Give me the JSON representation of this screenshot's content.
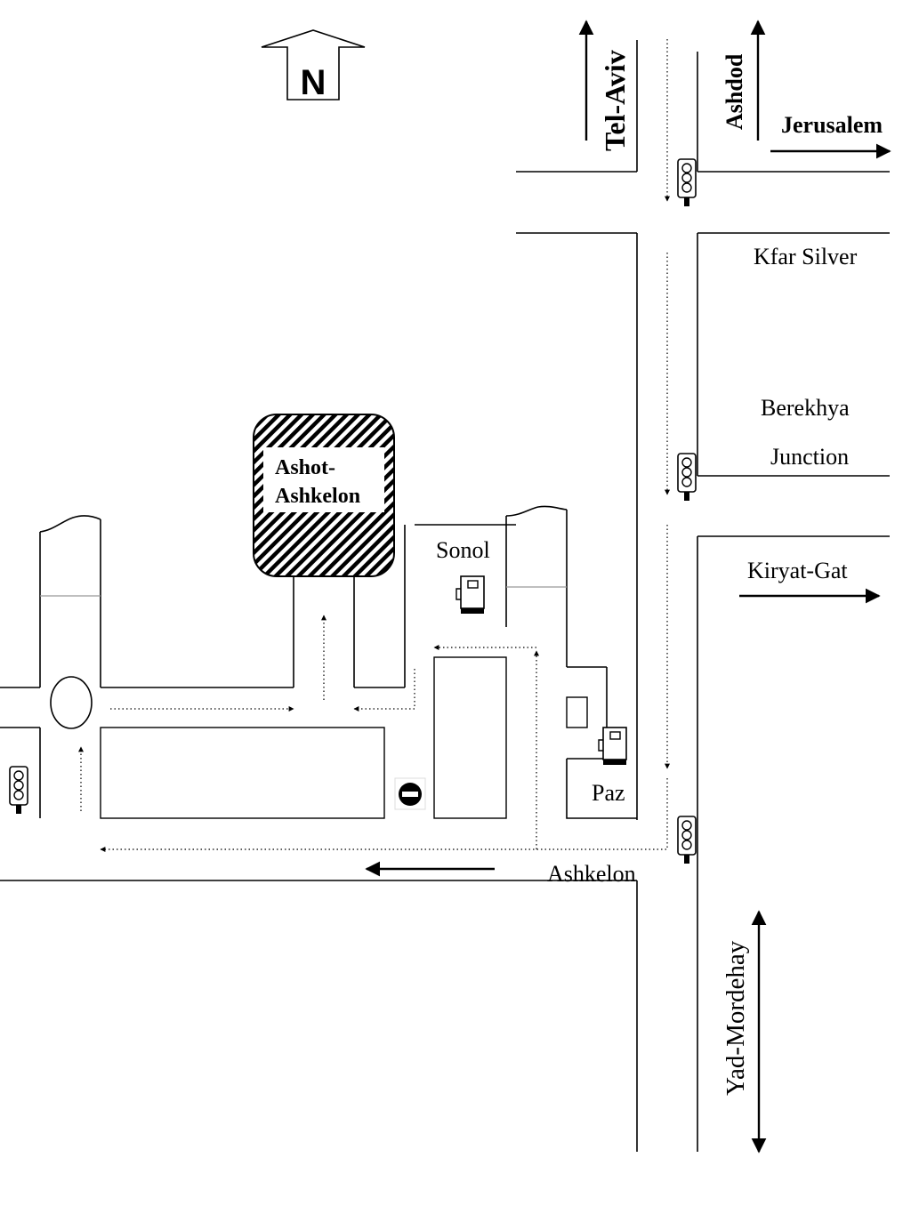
{
  "compass": {
    "letter": "N"
  },
  "labels": {
    "tel_aviv": "Tel-Aviv",
    "ashdod": "Ashdod",
    "jerusalem": "Jerusalem",
    "kfar_silver": "Kfar Silver",
    "berekhya": "Berekhya",
    "junction": "Junction",
    "kiryat_gat": "Kiryat-Gat",
    "ashot_line1": "Ashot-",
    "ashot_line2": "Ashkelon",
    "sonol": "Sonol",
    "paz": "Paz",
    "ashkelon": "Ashkelon",
    "yad_mordehay": "Yad-Mordehay"
  },
  "icons": [
    "north-arrow-icon",
    "traffic-light-icon",
    "fuel-pump-icon",
    "no-entry-icon",
    "roundabout-icon"
  ]
}
